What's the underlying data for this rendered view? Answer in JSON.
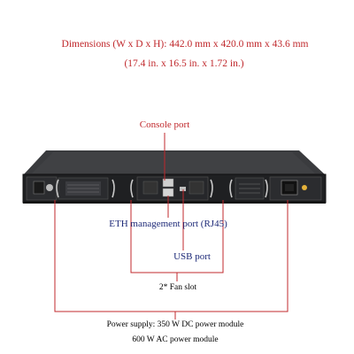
{
  "dimensions": {
    "metric": "Dimensions (W x D x H): 442.0 mm x 420.0 mm x 43.6 mm",
    "imperial": "(17.4 in. x 16.5 in. x 1.72 in.)"
  },
  "callouts": {
    "console": "Console port",
    "eth": "ETH management port (RJ45)",
    "usb": "USB port",
    "fan": "2* Fan slot",
    "power_line1": "Power supply: 350 W DC power module",
    "power_line2": "600 W AC power module"
  },
  "colors": {
    "leader": "#c0282c",
    "label_red": "#c0282c",
    "label_navy": "#1e2a78",
    "chassis": "#2c2d30"
  }
}
